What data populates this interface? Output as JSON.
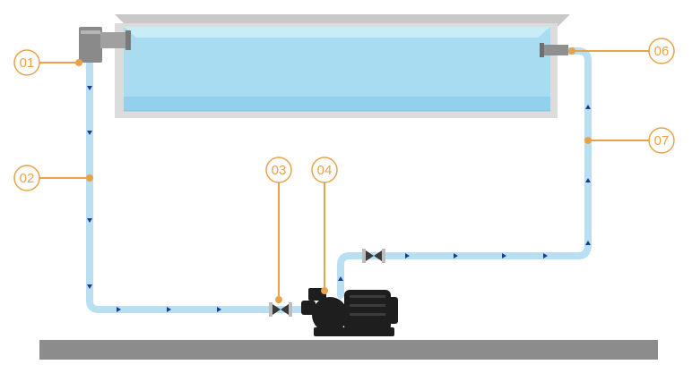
{
  "callouts": [
    {
      "id": "skimmer",
      "label": "01"
    },
    {
      "id": "suction-line",
      "label": "02"
    },
    {
      "id": "valve-suction",
      "label": "03"
    },
    {
      "id": "pump",
      "label": "04"
    },
    {
      "id": "return-inlet",
      "label": "06"
    },
    {
      "id": "return-line",
      "label": "07"
    }
  ],
  "colors": {
    "water": "#a8dcf1",
    "pipe": "#b8dff2",
    "accent": "#e8a24a",
    "pool_frame": "#d9d9d9",
    "ground": "#8c8c8c",
    "pump": "#1e1e1e",
    "flow_arrow": "#1a3d8f"
  },
  "icons": [
    "skimmer-icon",
    "valve-icon",
    "pump-icon",
    "return-nozzle-icon",
    "flow-arrow-icon"
  ]
}
